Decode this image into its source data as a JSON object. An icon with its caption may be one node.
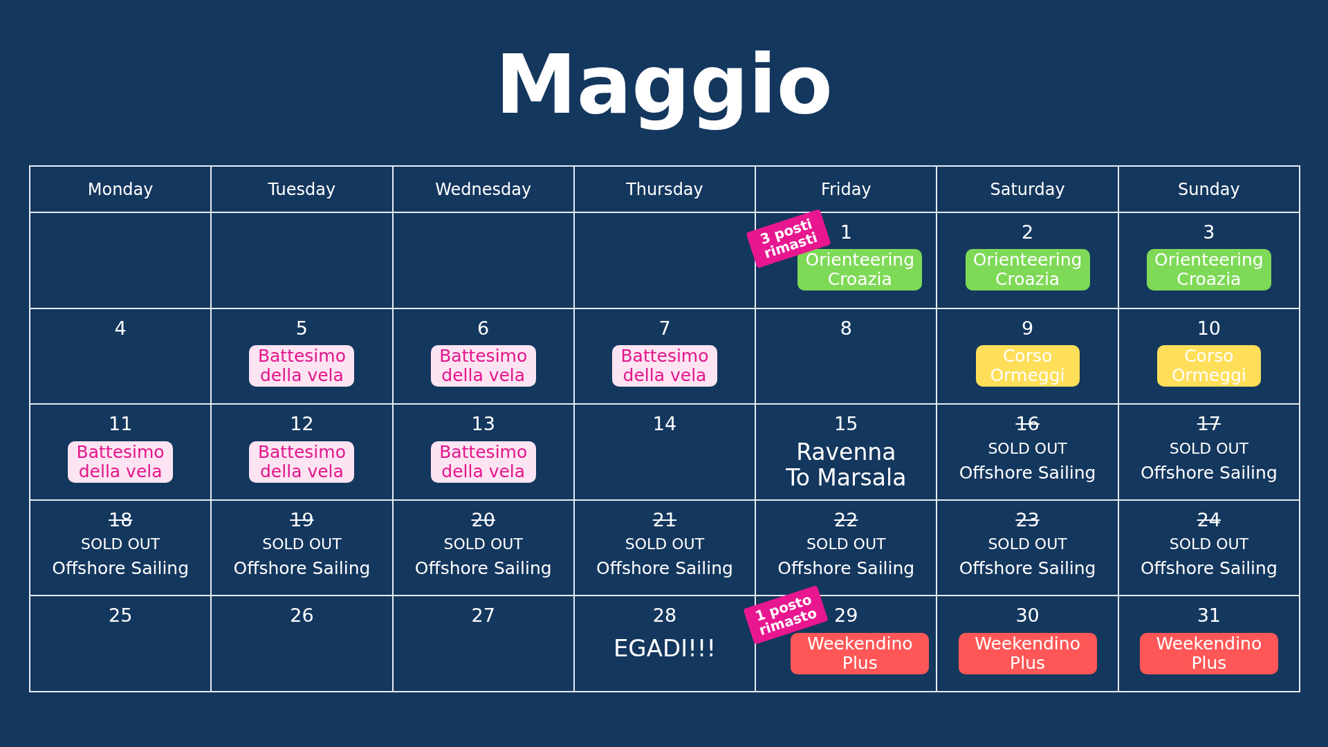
{
  "diagram": {
    "title": "Maggio",
    "nodes": [
      {
        "text": [
          "Monday"
        ]
      },
      {
        "text": [
          "Tuesday"
        ]
      },
      {
        "text": [
          "Wednesday"
        ]
      },
      {
        "text": [
          "Thursday"
        ]
      },
      {
        "text": [
          "Friday"
        ]
      },
      {
        "text": [
          "Saturday"
        ]
      },
      {
        "text": [
          "Sunday"
        ]
      },
      {
        "text": [
          "1"
        ]
      },
      {
        "text": [
          "3 posti rimasti"
        ]
      },
      {
        "text": [
          "Orienteering Croazia"
        ],
        "in": 7
      },
      {
        "text": [
          "2"
        ]
      },
      {
        "text": [
          "Orienteering Croazia"
        ],
        "in": 10
      },
      {
        "text": [
          "3"
        ]
      },
      {
        "text": [
          "Orienteering Croazia"
        ],
        "in": 12
      },
      {
        "text": [
          "4"
        ]
      },
      {
        "text": [
          "5"
        ]
      },
      {
        "text": [
          "Battesimo della vela"
        ],
        "in": 15
      },
      {
        "text": [
          "6"
        ]
      },
      {
        "text": [
          "Battesimo della vela"
        ],
        "in": 17
      },
      {
        "text": [
          "7"
        ]
      },
      {
        "text": [
          "Battesimo della vela"
        ],
        "in": 19
      },
      {
        "text": [
          "8"
        ]
      },
      {
        "text": [
          "9"
        ]
      },
      {
        "text": [
          "Corso Ormeggi"
        ],
        "in": 22
      },
      {
        "text": [
          "10"
        ]
      },
      {
        "text": [
          "Corso Ormeggi"
        ],
        "in": 24
      },
      {
        "text": [
          "11"
        ]
      },
      {
        "text": [
          "Battesimo della vela"
        ],
        "in": 26
      },
      {
        "text": [
          "12"
        ]
      },
      {
        "text": [
          "Battesimo della vela"
        ],
        "in": 28
      },
      {
        "text": [
          "13"
        ]
      },
      {
        "text": [
          "Battesimo della vela"
        ],
        "in": 30
      },
      {
        "text": [
          "14"
        ]
      },
      {
        "text": [
          "15",
          "Ravenna To Marsala"
        ]
      },
      {
        "text": [
          "16",
          "SOLD OUT",
          "Offshore Sailing"
        ]
      },
      {
        "text": [
          "17",
          "SOLD OUT",
          "Offshore Sailing"
        ]
      },
      {
        "text": [
          "18",
          "SOLD OUT",
          "Offshore Sailing"
        ]
      },
      {
        "text": [
          "19",
          "SOLD OUT",
          "Offshore Sailing"
        ]
      },
      {
        "text": [
          "20",
          "SOLD OUT",
          "Offshore Sailing"
        ]
      },
      {
        "text": [
          "21",
          "SOLD OUT",
          "Offshore Sailing"
        ]
      },
      {
        "text": [
          "22",
          "SOLD OUT",
          "Offshore Sailing"
        ]
      },
      {
        "text": [
          "23",
          "SOLD OUT",
          "Offshore Sailing"
        ]
      },
      {
        "text": [
          "24",
          "SOLD OUT",
          "Offshore Sailing"
        ]
      },
      {
        "text": [
          "25"
        ]
      },
      {
        "text": [
          "26"
        ]
      },
      {
        "text": [
          "27"
        ]
      },
      {
        "text": [
          "28",
          "EGADI!!!"
        ]
      },
      {
        "text": [
          "29"
        ]
      },
      {
        "text": [
          "1 posto rimasto"
        ]
      },
      {
        "text": [
          "Weekendino Plus"
        ],
        "in": 47
      },
      {
        "text": [
          "30"
        ]
      },
      {
        "text": [
          "Weekendino Plus"
        ],
        "in": 50
      },
      {
        "text": [
          "31"
        ]
      },
      {
        "text": [
          "Weekendino Plus"
        ],
        "in": 52
      }
    ]
  }
}
